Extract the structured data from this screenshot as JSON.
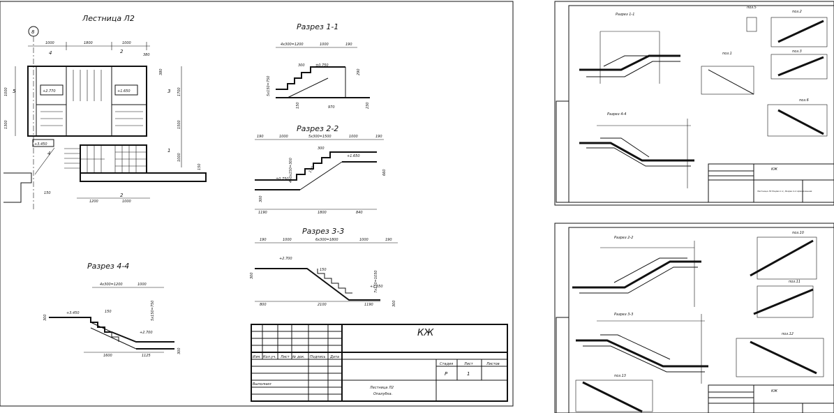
{
  "sheet1": {
    "plan": {
      "title": "Лестница Л2",
      "axis": "8",
      "marks": [
        "+2.770",
        "+1.650",
        "+3.450"
      ],
      "dims_top": [
        "1000",
        "1800",
        "1000"
      ],
      "dims_bottom": [
        "1200",
        "1000"
      ],
      "dims_left": [
        "1000",
        "1300"
      ],
      "dims_right": [
        "1700",
        "1500",
        "1000"
      ],
      "dims_misc": [
        "380",
        "380",
        "150",
        "150"
      ],
      "cut_labels": [
        "4",
        "2",
        "5",
        "3",
        "1",
        "4",
        "2"
      ]
    },
    "section_11": {
      "title": "Разрез 1-1",
      "dims": [
        "4x300=1200",
        "1000",
        "190",
        "300",
        "290",
        "970",
        "150",
        "230",
        "5x150=750"
      ],
      "marks": [
        "±0.750"
      ]
    },
    "section_22": {
      "title": "Разрез 2-2",
      "dims": [
        "190",
        "1000",
        "5x300=1500",
        "1000",
        "190",
        "1190",
        "1800",
        "840",
        "300",
        "150",
        "300",
        "660",
        "450x150=300"
      ],
      "marks": [
        "+1.650",
        "±0.750"
      ]
    },
    "section_33": {
      "title": "Разрез 3-3",
      "dims": [
        "190",
        "1000",
        "6x300=1800",
        "1000",
        "190",
        "800",
        "2100",
        "1190",
        "300",
        "150",
        "7x150=1050",
        "300"
      ],
      "marks": [
        "+2.700",
        "+1.650"
      ]
    },
    "section_44": {
      "title": "Разрез 4-4",
      "dims": [
        "4x300=1200",
        "1000",
        "1600",
        "1125",
        "300",
        "150",
        "5x150=750",
        "300"
      ],
      "marks": [
        "+3.450",
        "+2.700"
      ]
    },
    "stamp": {
      "code": "КЖ",
      "headers": [
        "Изм.",
        "Кол.уч.",
        "Лист",
        "№ док.",
        "Подпись",
        "Дата"
      ],
      "stage_headers": [
        "Стадия",
        "Лист",
        "Листов"
      ],
      "stage_values": [
        "Р",
        "1",
        ""
      ],
      "performer": "Выполнил",
      "name_line1": "Лестница Л2",
      "name_line2": "Опалубка."
    }
  },
  "sheet2": {
    "labels": [
      "Разрез 1-1",
      "Разрез 4-4",
      "поз.1",
      "поз.2",
      "поз.3",
      "поз.5",
      "поз.6"
    ],
    "stamp_code": "КЖ",
    "stamp_name": "Лестница Л2 Разрез 1-1, Разрез 4-4 Армирование"
  },
  "sheet3": {
    "labels": [
      "Разрез 2-2",
      "Разрез 3-3",
      "поз.10",
      "поз.11",
      "поз.12",
      "поз.13"
    ],
    "stamp_code": "КЖ"
  }
}
